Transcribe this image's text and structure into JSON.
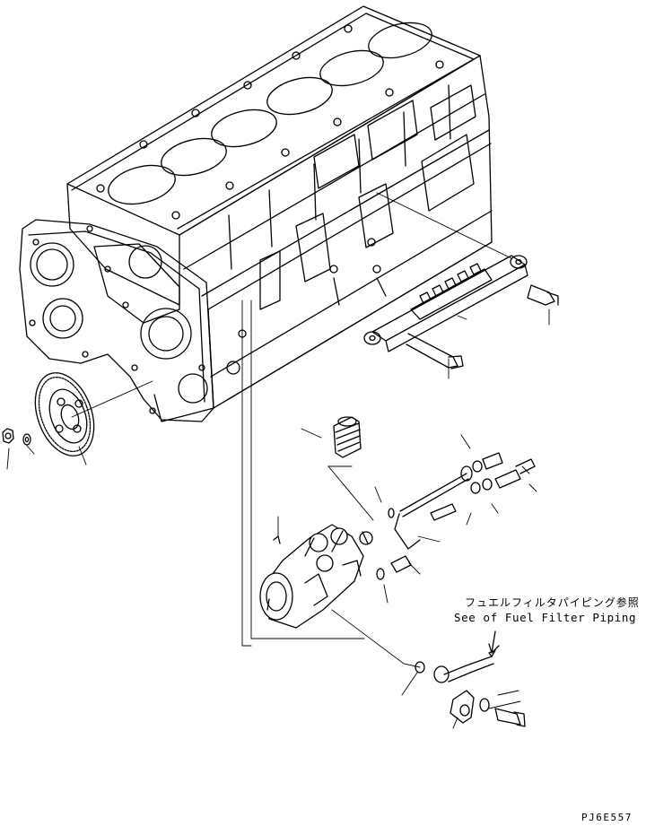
{
  "note": {
    "japanese": "フュエルフィルタパイピング参照",
    "english": "See of Fuel Filter Piping"
  },
  "drawing_code": "PJ6E557"
}
